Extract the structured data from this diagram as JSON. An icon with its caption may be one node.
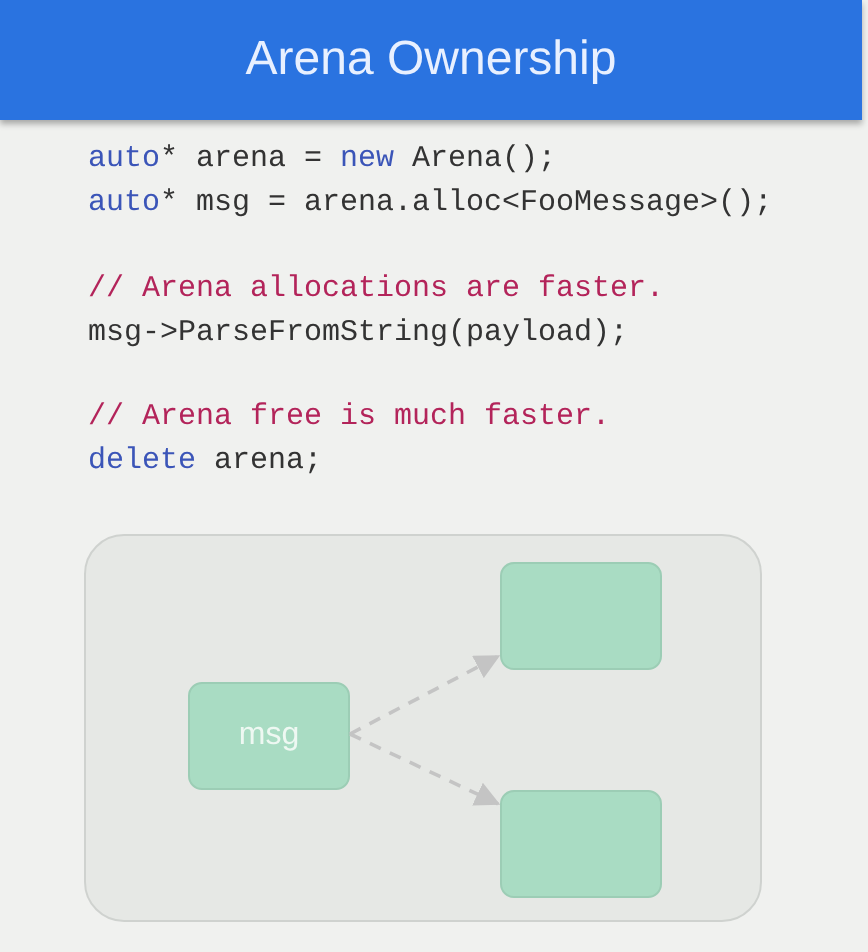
{
  "diagram": {
    "title": "Arena Ownership",
    "nodes": [
      {
        "text": [],
        "shape": "box"
      },
      {
        "text": [
          "msg"
        ],
        "in": 0
      },
      {
        "text": [],
        "shape": "box",
        "in": 0
      },
      {
        "text": [],
        "shape": "box",
        "in": 0
      }
    ],
    "edges": [
      {
        "from": 1,
        "to": 2,
        "arrow": "to",
        "style": "dashed"
      },
      {
        "from": 1,
        "to": 3,
        "arrow": "to",
        "style": "dashed"
      }
    ],
    "labels": [
      "auto* arena = new Arena();",
      "auto* msg = arena.alloc<FooMessage>();",
      "// Arena allocations are faster.",
      "msg->ParseFromString(payload);",
      "// Arena free is much faster.",
      "delete arena;"
    ]
  }
}
